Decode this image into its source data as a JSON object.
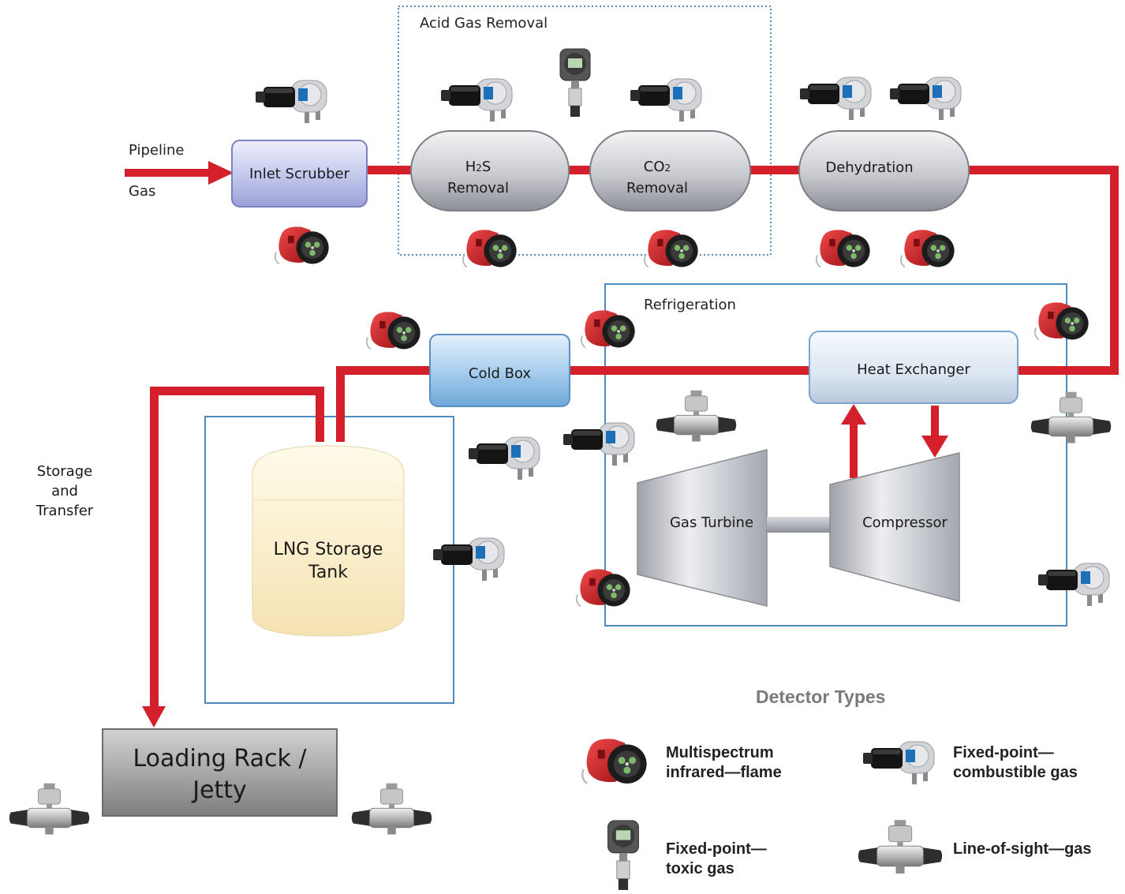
{
  "units": {
    "pipeline_gas": {
      "line1": "Pipeline",
      "line2": "Gas"
    },
    "inlet_scrubber": "Inlet Scrubber",
    "acid_gas_removal": "Acid Gas Removal",
    "h2s_removal": {
      "line1_a": "H",
      "line1_sub": "2",
      "line1_b": "S",
      "line2": "Removal"
    },
    "co2_removal": {
      "line1_a": "CO",
      "line1_sub": "2",
      "line2": "Removal"
    },
    "dehydration": "Dehydration",
    "refrigeration": "Refrigeration",
    "cold_box": "Cold Box",
    "heat_exchanger": "Heat Exchanger",
    "gas_turbine": "Gas Turbine",
    "compressor": "Compressor",
    "storage_and_transfer": {
      "line1": "Storage",
      "line2": "and",
      "line3": "Transfer"
    },
    "lng_storage_tank": {
      "line1": "LNG Storage",
      "line2": "Tank"
    },
    "loading_rack": {
      "line1": "Loading Rack /",
      "line2": "Jetty"
    }
  },
  "legend": {
    "title": "Detector Types",
    "items": [
      {
        "line1": "Multispectrum",
        "line2": "infrared—flame",
        "icon": "flame-detector-icon"
      },
      {
        "line1": "Fixed-point—",
        "line2": "combustible gas",
        "icon": "combustible-gas-detector-icon"
      },
      {
        "line1": "Fixed-point—",
        "line2": "toxic gas",
        "icon": "toxic-gas-detector-icon"
      },
      {
        "line1": "Line-of-sight—gas",
        "line2": "",
        "icon": "line-of-sight-detector-icon"
      }
    ]
  },
  "colors": {
    "pipe": "#d4202a",
    "border": "#4f88bd",
    "flame_detector": "#cc1f26",
    "combustible_detector": "#1d6fb8"
  }
}
